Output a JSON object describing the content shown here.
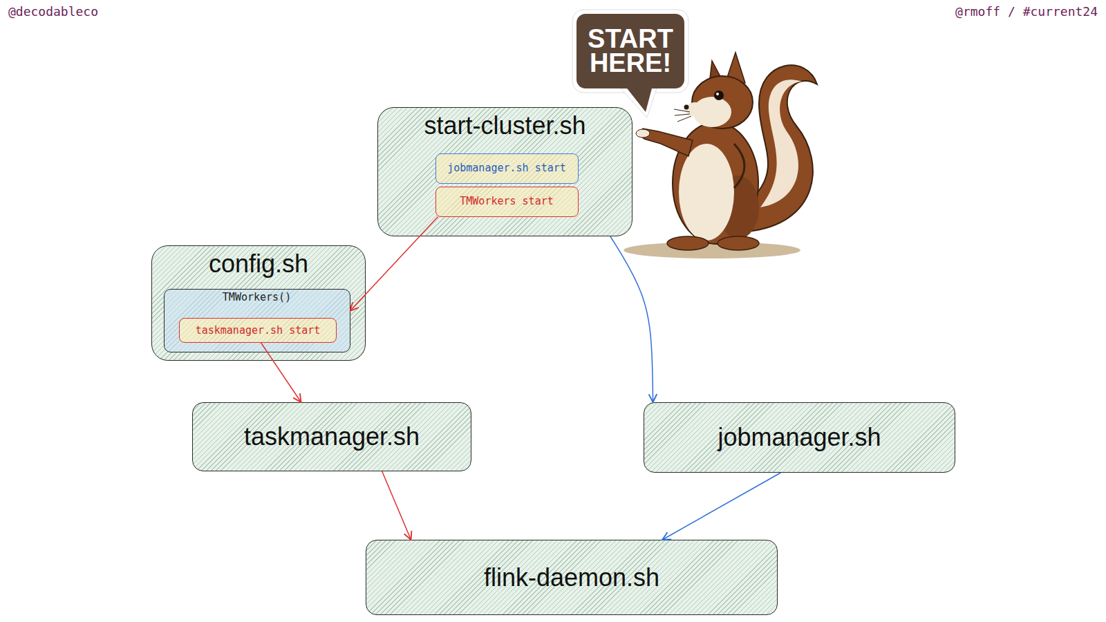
{
  "diagram": {
    "nodes": [
      {
        "text": [
          "start-cluster.sh"
        ]
      },
      {
        "text": [
          "jobmanager.sh start"
        ],
        "in": 0
      },
      {
        "text": [
          "TMWorkers start"
        ],
        "in": 0
      },
      {
        "text": [
          "config.sh"
        ]
      },
      {
        "text": [
          "TMWorkers()"
        ],
        "in": 3
      },
      {
        "text": [
          "taskmanager.sh start"
        ],
        "in": 4
      },
      {
        "text": [
          "taskmanager.sh"
        ]
      },
      {
        "text": [
          "jobmanager.sh"
        ]
      },
      {
        "text": [
          "flink-daemon.sh"
        ]
      }
    ],
    "edges": [
      {
        "from": 2,
        "to": 4,
        "arrow": "to"
      },
      {
        "from": 5,
        "to": 6,
        "arrow": "to"
      },
      {
        "from": 0,
        "to": 7,
        "arrow": "to"
      },
      {
        "from": 6,
        "to": 8,
        "arrow": "to"
      },
      {
        "from": 7,
        "to": 8,
        "arrow": "to"
      }
    ],
    "labels": [
      "@decodableco",
      "@rmoff / #current24",
      "START HERE!"
    ]
  }
}
